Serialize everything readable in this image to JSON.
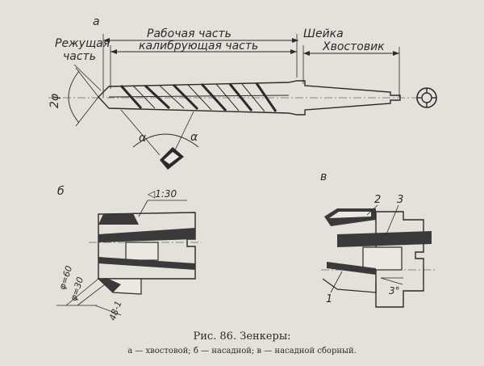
{
  "labels": {
    "view_a": "а",
    "view_b": "б",
    "view_c": "в",
    "cutting_part_1": "Режущая",
    "cutting_part_2": "часть",
    "working_part": "Рабочая часть",
    "calibrating_part": "калибрующая часть",
    "neck": "Шейка",
    "shank": "Хвостовик",
    "angle_2phi": "2φ",
    "alpha_left": "α",
    "alpha_right": "α",
    "taper": "◁1:30",
    "phi60": "φ=60",
    "phi30": "φ=30",
    "chamfer": "48-1",
    "part_2": "2",
    "part_3": "3",
    "part_1": "1",
    "angle_3deg": "3°"
  },
  "caption": {
    "title": "Рис. 86. Зенкеры:",
    "subtitle": "а — хвостовой; б — насадной; в — насадной сборный."
  }
}
